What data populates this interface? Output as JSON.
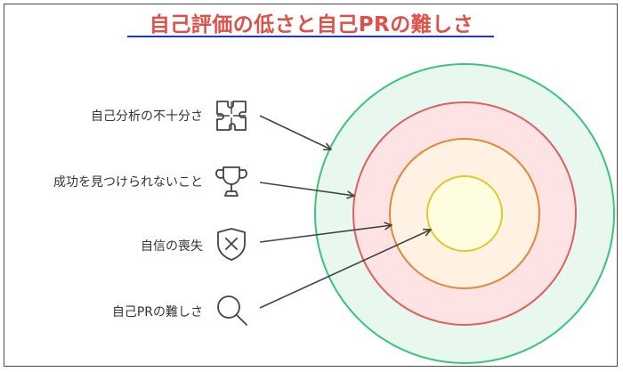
{
  "title": "自己評価の低さと自己PRの難しさ",
  "items": [
    {
      "label": "自己分析の不十分さ",
      "icon": "puzzle-icon"
    },
    {
      "label": "成功を見つけられないこと",
      "icon": "trophy-icon"
    },
    {
      "label": "自信の喪失",
      "icon": "shield-x-icon"
    },
    {
      "label": "自己PRの難しさ",
      "icon": "magnifier-icon"
    }
  ],
  "rings": [
    {
      "stroke": "#3cc47c",
      "fill": "#e8f8ef"
    },
    {
      "stroke": "#e06060",
      "fill": "#fde3e3"
    },
    {
      "stroke": "#e08a3c",
      "fill": "#fff2e2"
    },
    {
      "stroke": "#e0c830",
      "fill": "#fffde0"
    }
  ]
}
